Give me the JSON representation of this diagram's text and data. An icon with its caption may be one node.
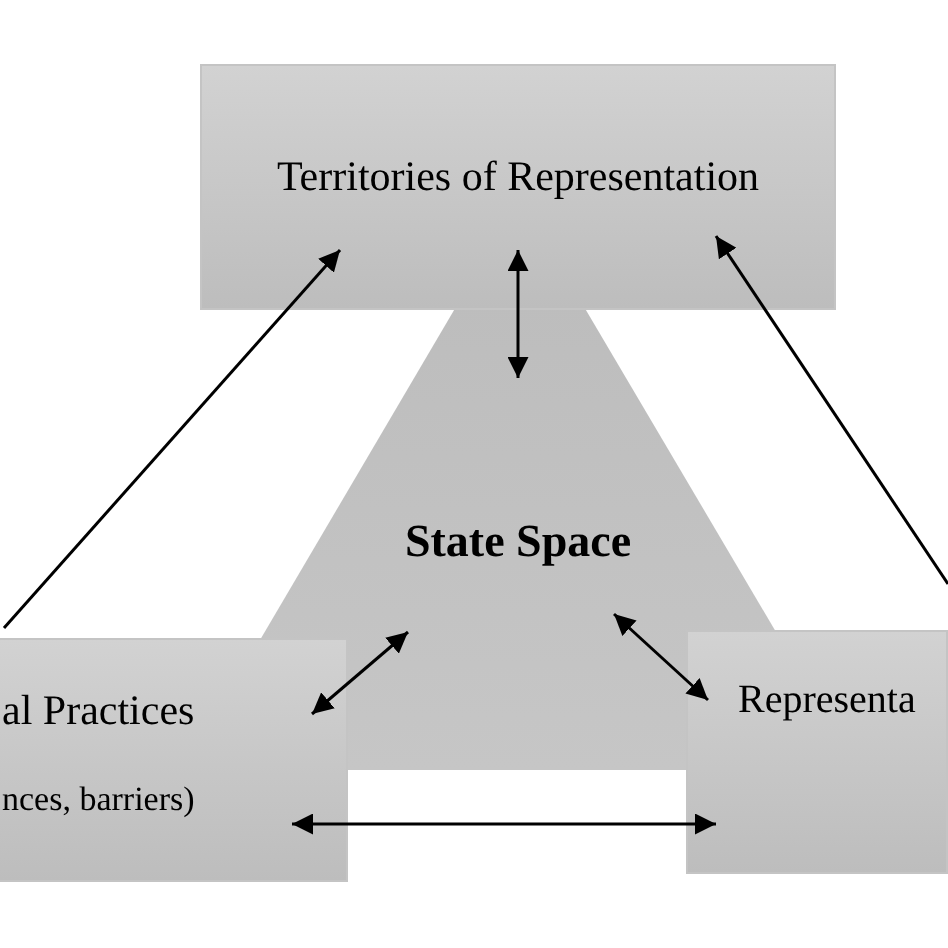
{
  "diagram": {
    "nodes": [
      {
        "text": [
          "Territories of Representation"
        ]
      },
      {
        "text": [
          "State Space"
        ]
      },
      {
        "text": [
          "al Practices",
          "nces, barriers)"
        ]
      },
      {
        "text": [
          "Representa"
        ]
      }
    ],
    "edges": [
      {
        "from": 2,
        "to": 0,
        "arrow": "to"
      },
      {
        "from": 3,
        "to": 0,
        "arrow": "to"
      },
      {
        "from": 0,
        "to": 1,
        "arrow": "both"
      },
      {
        "from": 1,
        "to": 2,
        "arrow": "both"
      },
      {
        "from": 1,
        "to": 3,
        "arrow": "both"
      },
      {
        "from": 2,
        "to": 3,
        "arrow": "both"
      }
    ]
  }
}
